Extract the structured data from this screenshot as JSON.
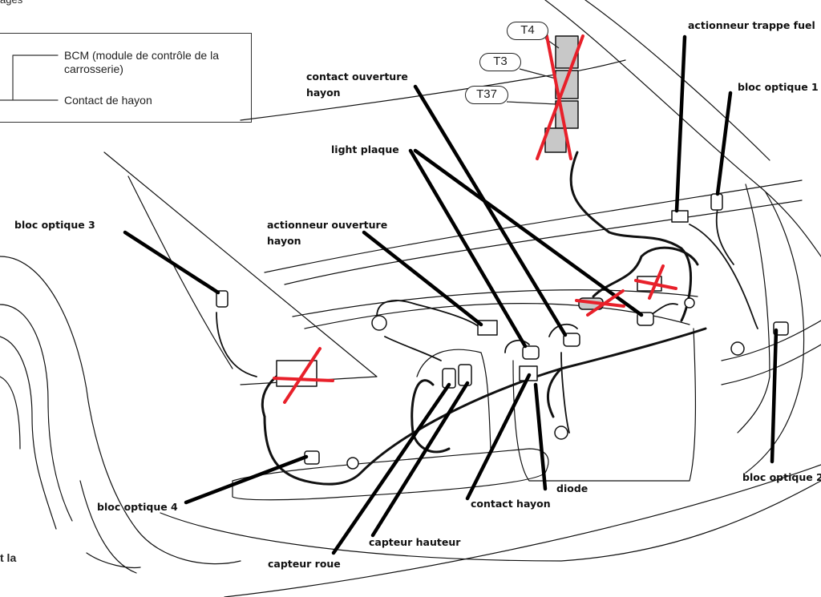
{
  "header_fragment": "ages",
  "legend": {
    "items": [
      "BCM (module de contrôle de la carrosserie)",
      "Contact de hayon"
    ],
    "line1": "BCM (module de contrôle de la",
    "line2": "carrosserie)",
    "line3": "Contact de hayon"
  },
  "connector_tags": [
    "T4",
    "T3",
    "T37"
  ],
  "cut_text": "t la",
  "annotations": {
    "actionneur_trappe_fuel": "actionneur trappe fuel",
    "bloc_optique_1": "bloc optique 1",
    "bloc_optique_2": "bloc optique 2",
    "bloc_optique_3": "bloc optique 3",
    "bloc_optique_4": "bloc optique 4",
    "contact_ouverture_hayon_1": "contact ouverture",
    "contact_ouverture_hayon_2": "hayon",
    "light_plaque": "light plaque",
    "actionneur_ouverture_hayon_1": "actionneur ouverture",
    "actionneur_ouverture_hayon_2": "hayon",
    "diode": "diode",
    "contact_hayon": "contact hayon",
    "capteur_hauteur": "capteur hauteur",
    "capteur_roue": "capteur roue"
  },
  "crossed_out_connectors": [
    "T4",
    "T3",
    "T37",
    "left-lamp-connector",
    "center-inline-connector",
    "right-connector"
  ],
  "colors": {
    "line": "#111111",
    "cross": "#e8202a",
    "connector_fill": "#bdbdbd"
  }
}
